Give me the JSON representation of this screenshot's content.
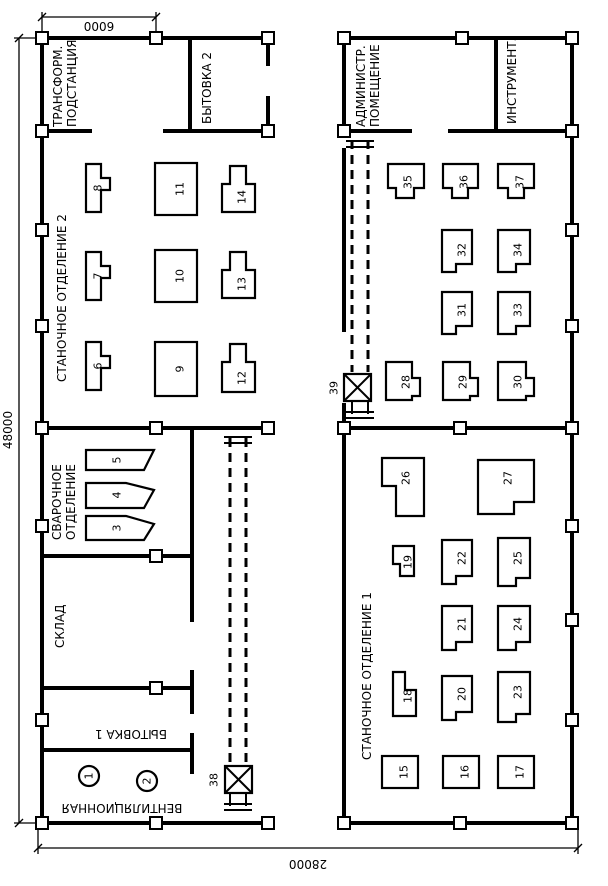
{
  "rooms": {
    "transformer": [
      "ТРАНСФОРМ.",
      "ПОДСТАНЦИЯ"
    ],
    "lounge2": "БЫТОВКА 2",
    "machine_shop2": "СТАНОЧНОЕ ОТДЕЛЕНИЕ 2",
    "welding": [
      "СВАРОЧНОЕ",
      "ОТДЕЛЕНИЕ"
    ],
    "warehouse": "СКЛАД",
    "lounge1": "БЫТОВКА 1",
    "ventilation": "ВЕНТИЛЯЦИОННАЯ",
    "admin": [
      "АДМИНИСТР.",
      "ПОМЕЩЕНИЕ"
    ],
    "tool": "ИНСТРУМЕНТ.",
    "machine_shop1": "СТАНОЧНОЕ ОТДЕЛЕНИЕ 1"
  },
  "dimensions": {
    "bay": "6000",
    "length": "48000",
    "width": "28000"
  },
  "equipment": [
    "1",
    "2",
    "3",
    "4",
    "5",
    "6",
    "7",
    "8",
    "9",
    "10",
    "11",
    "12",
    "13",
    "14",
    "15",
    "16",
    "17",
    "18",
    "19",
    "20",
    "21",
    "22",
    "23",
    "24",
    "25",
    "26",
    "27",
    "28",
    "29",
    "30",
    "31",
    "32",
    "33",
    "34",
    "35",
    "36",
    "37",
    "38",
    "39"
  ]
}
